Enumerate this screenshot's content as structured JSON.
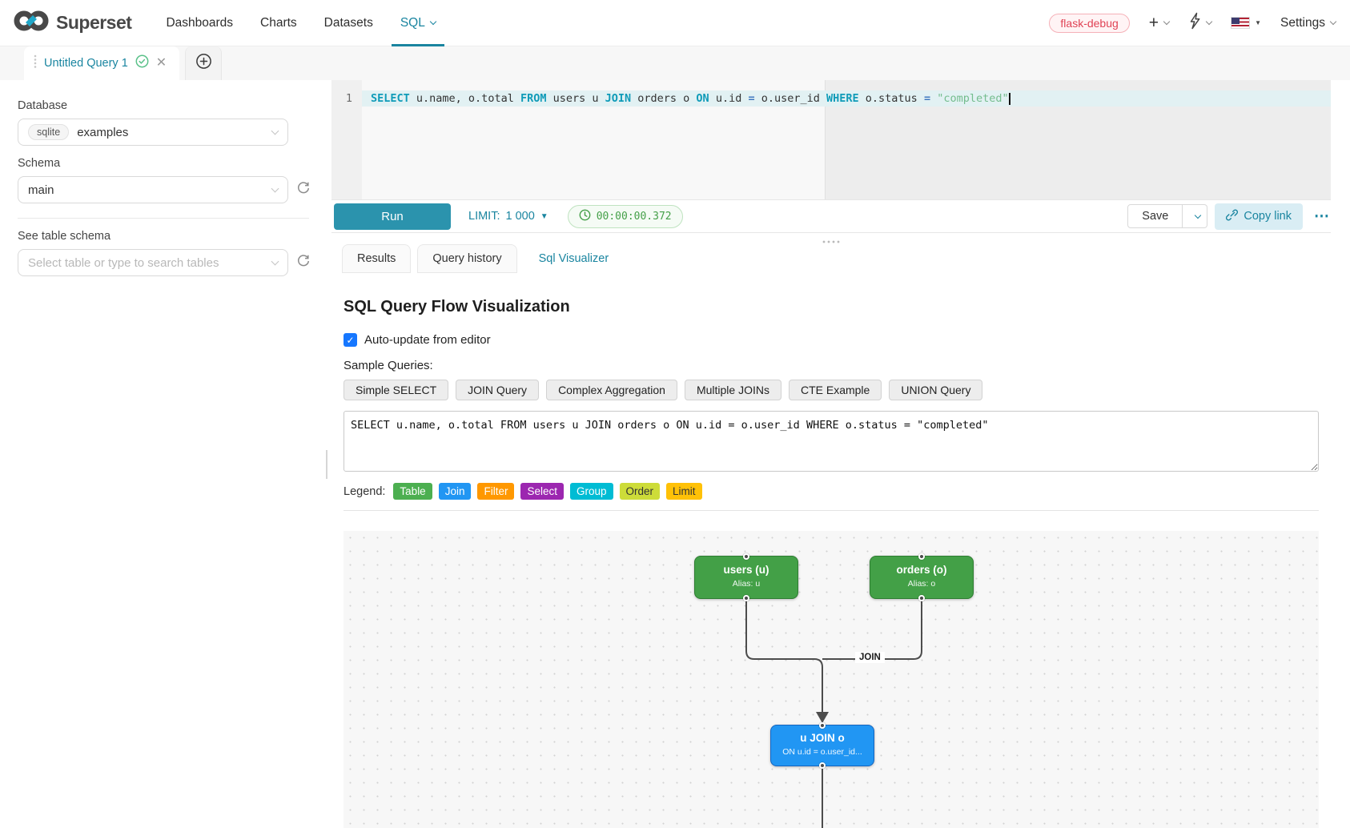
{
  "navbar": {
    "brand": "Superset",
    "items": [
      {
        "label": "Dashboards"
      },
      {
        "label": "Charts"
      },
      {
        "label": "Datasets"
      },
      {
        "label": "SQL"
      }
    ],
    "env_badge": "flask-debug",
    "settings_label": "Settings"
  },
  "query_tabs": {
    "active_title": "Untitled Query 1"
  },
  "sidebar": {
    "database_label": "Database",
    "database_engine": "sqlite",
    "database_value": "examples",
    "schema_label": "Schema",
    "schema_value": "main",
    "table_schema_label": "See table schema",
    "table_schema_placeholder": "Select table or type to search tables"
  },
  "editor": {
    "line_number": "1",
    "tokens": [
      {
        "t": "SELECT",
        "c": "tok-kw"
      },
      {
        "t": " u.name, o.total ",
        "c": "tok-plain"
      },
      {
        "t": "FROM",
        "c": "tok-kw"
      },
      {
        "t": " users u ",
        "c": "tok-plain"
      },
      {
        "t": "JOIN",
        "c": "tok-kw"
      },
      {
        "t": " orders o ",
        "c": "tok-plain"
      },
      {
        "t": "ON",
        "c": "tok-kw"
      },
      {
        "t": " u.id ",
        "c": "tok-plain"
      },
      {
        "t": "=",
        "c": "tok-op"
      },
      {
        "t": " o.user_id ",
        "c": "tok-plain"
      },
      {
        "t": "WHERE",
        "c": "tok-kw"
      },
      {
        "t": " o.status ",
        "c": "tok-plain"
      },
      {
        "t": "=",
        "c": "tok-op"
      },
      {
        "t": " ",
        "c": "tok-plain"
      },
      {
        "t": "\"completed\"",
        "c": "tok-str"
      }
    ]
  },
  "toolbar": {
    "run_label": "Run",
    "limit_label": "LIMIT:",
    "limit_value": "1 000",
    "timer_value": "00:00:00.372",
    "save_label": "Save",
    "copy_link_label": "Copy link"
  },
  "result_tabs": [
    {
      "label": "Results"
    },
    {
      "label": "Query history"
    },
    {
      "label": "Sql Visualizer"
    }
  ],
  "visualizer": {
    "title": "SQL Query Flow Visualization",
    "auto_update_label": "Auto-update from editor",
    "auto_update_checked": true,
    "sample_queries_label": "Sample Queries:",
    "sample_buttons": [
      "Simple SELECT",
      "JOIN Query",
      "Complex Aggregation",
      "Multiple JOINs",
      "CTE Example",
      "UNION Query"
    ],
    "query_text": "SELECT u.name, o.total FROM users u JOIN orders o ON u.id = o.user_id WHERE o.status = \"completed\"",
    "legend_label": "Legend:",
    "legend": [
      {
        "label": "Table",
        "style": "background:#4caf50;color:#fff"
      },
      {
        "label": "Join",
        "style": "background:#2196f3;color:#fff"
      },
      {
        "label": "Filter",
        "style": "background:#ff9800;color:#fff"
      },
      {
        "label": "Select",
        "style": "background:#9c27b0;color:#fff"
      },
      {
        "label": "Group",
        "style": "background:#00bcd4;color:#fff"
      },
      {
        "label": "Order",
        "style": "background:#cddc39;color:#333"
      },
      {
        "label": "Limit",
        "style": "background:#ffc107;color:#333"
      }
    ],
    "flow": {
      "edge_label": "JOIN",
      "nodes": [
        {
          "title": "users (u)",
          "subtitle": "Alias: u",
          "style": "background:#43a047;border-color:#2e7d32"
        },
        {
          "title": "orders (o)",
          "subtitle": "Alias: o",
          "style": "background:#43a047;border-color:#2e7d32"
        },
        {
          "title": "u JOIN o",
          "subtitle": "ON u.id = o.user_id...",
          "style": "background:#2196f3;border-color:#1565c0"
        }
      ]
    }
  }
}
